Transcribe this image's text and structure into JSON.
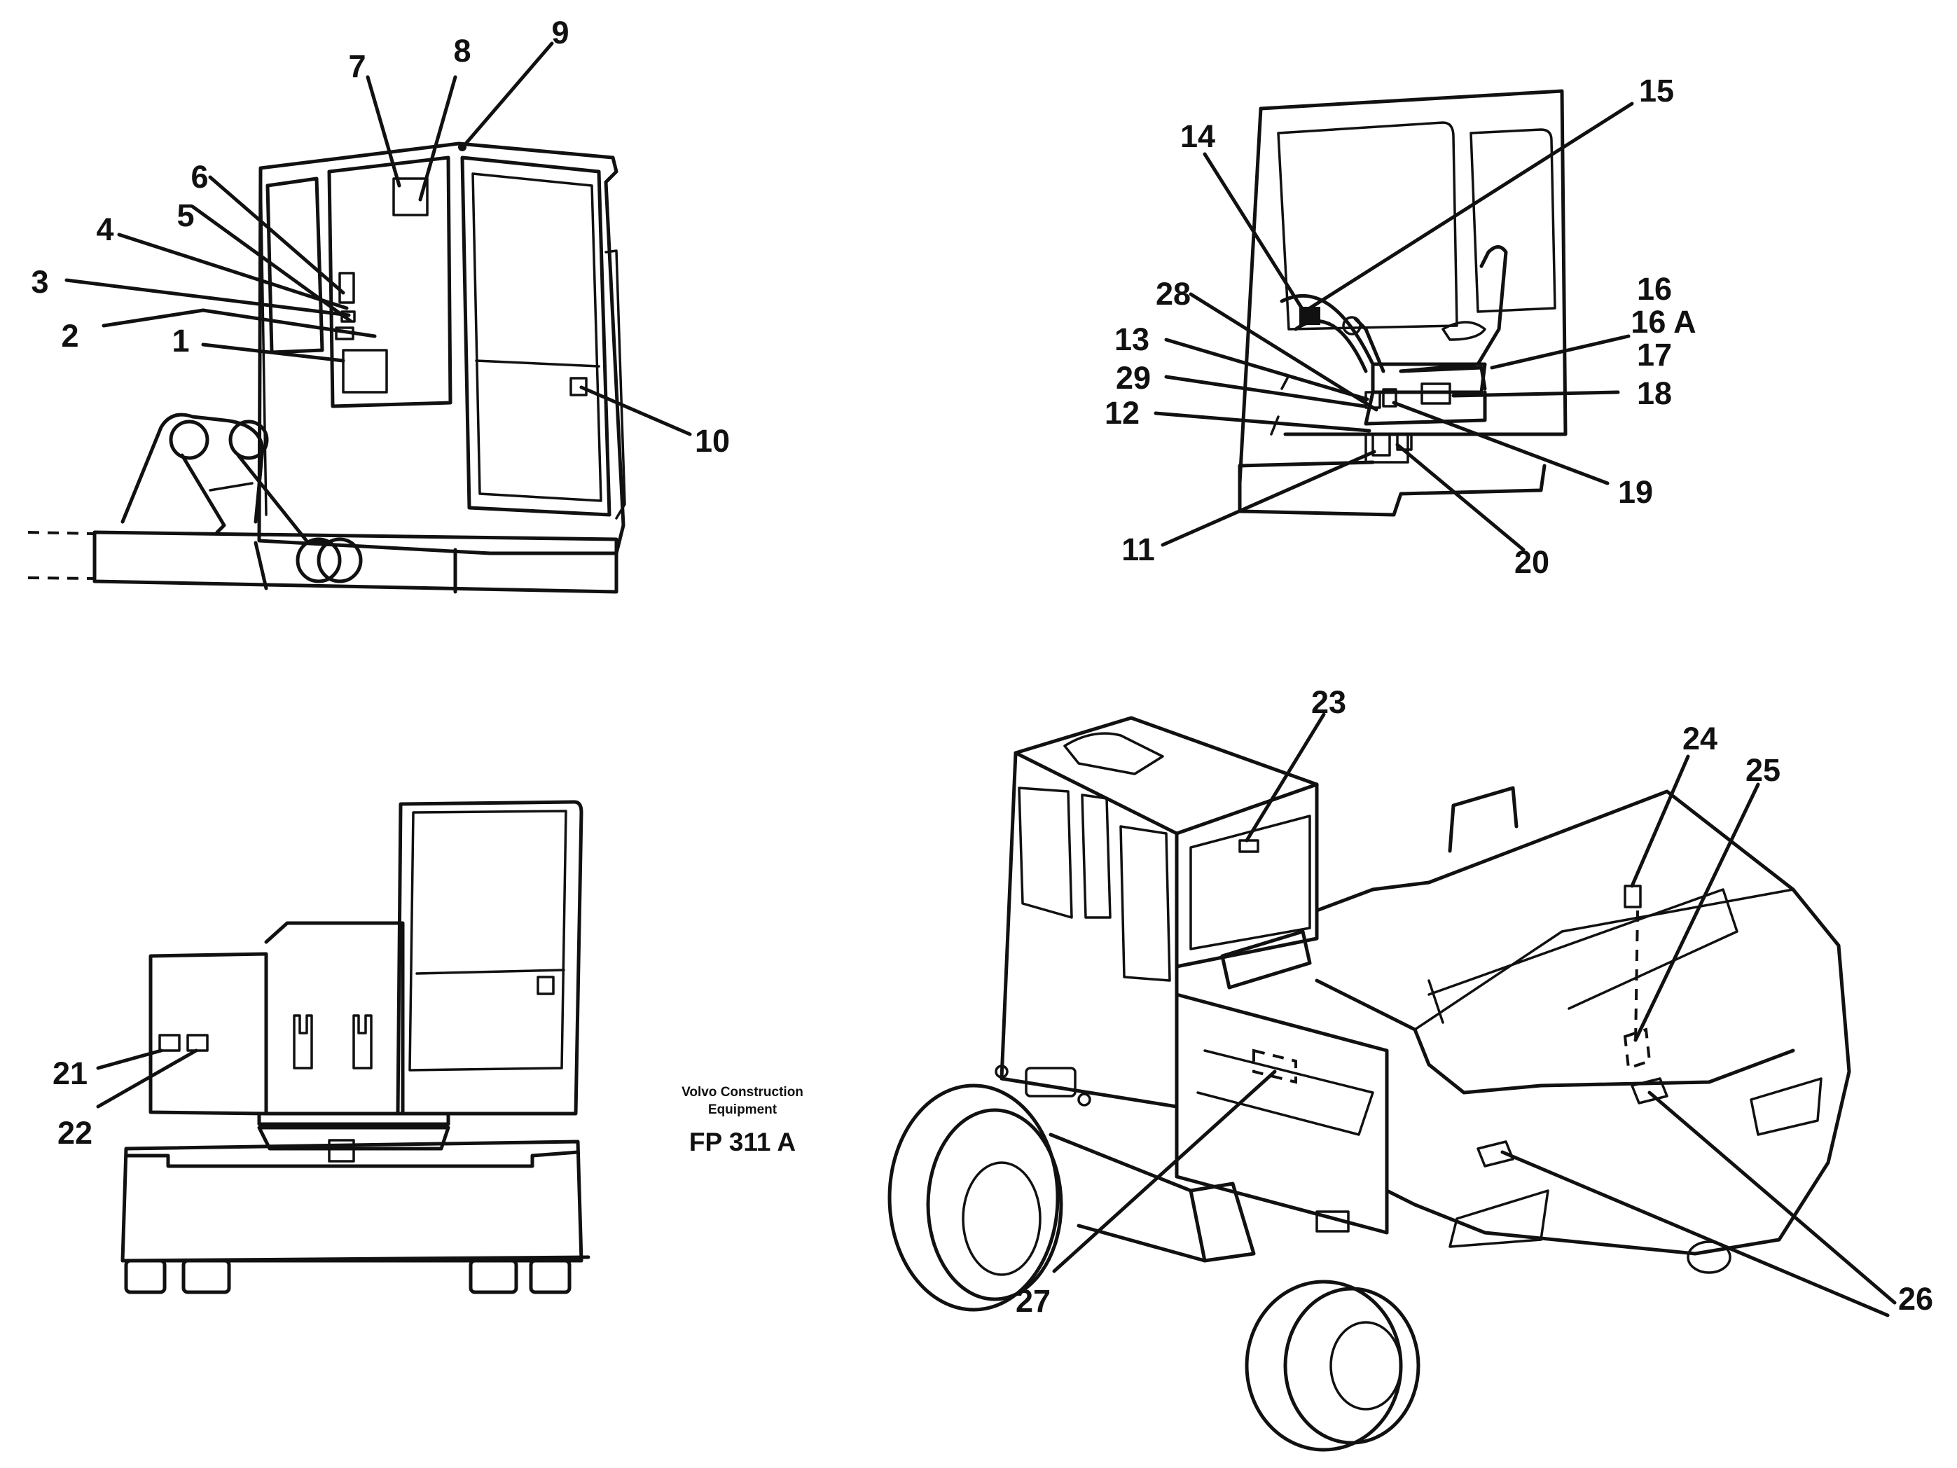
{
  "callouts": {
    "c1": "1",
    "c2": "2",
    "c3": "3",
    "c4": "4",
    "c5": "5",
    "c6": "6",
    "c7": "7",
    "c8": "8",
    "c9": "9",
    "c10": "10",
    "c11": "11",
    "c12": "12",
    "c13": "13",
    "c14": "14",
    "c15": "15",
    "c16": "16",
    "c16a": "16 A",
    "c17": "17",
    "c18": "18",
    "c19": "19",
    "c20": "20",
    "c21": "21",
    "c22": "22",
    "c23": "23",
    "c24": "24",
    "c25": "25",
    "c26": "26",
    "c27": "27",
    "c28": "28",
    "c29": "29"
  },
  "caption": {
    "company_line1": "Volvo Construction",
    "company_line2": "Equipment",
    "figure_code": "FP 311 A"
  },
  "colors": {
    "ink": "#111111",
    "paper": "#ffffff"
  }
}
